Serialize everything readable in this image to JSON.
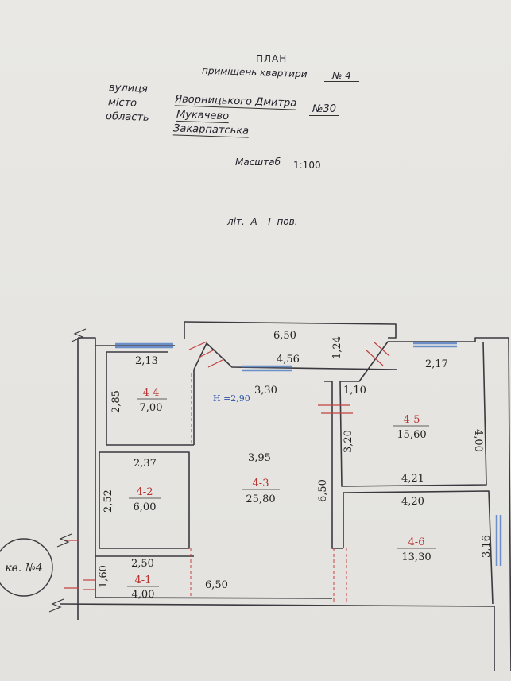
{
  "header": {
    "title": "ПЛАН",
    "subtitle_prefix": "приміщень квартири",
    "apartment_no": "№ 4",
    "street_label": "вулиця",
    "street_value": "Яворницького Дмитра",
    "house_no": "№30",
    "city_label": "місто",
    "city_value": "Мукачево",
    "region_label": "область",
    "region_value": "Закарпатська",
    "scale_label": "Масштаб",
    "scale_value": "1:100",
    "letter_floor": "літ.  А – І  пов."
  },
  "stamp": {
    "text": "кв. №4"
  },
  "rooms": [
    {
      "id": "4-1",
      "area": "4,00"
    },
    {
      "id": "4-2",
      "area": "6,00"
    },
    {
      "id": "4-3",
      "area": "25,80"
    },
    {
      "id": "4-4",
      "area": "7,00"
    },
    {
      "id": "4-5",
      "area": "15,60"
    },
    {
      "id": "4-6",
      "area": "13,30"
    }
  ],
  "height_note": "Н =2,90",
  "dimensions": {
    "balcony_width": "6,50",
    "balcony_depth": "1,24",
    "balcony_inner": "4,56",
    "room44_width": "2,13",
    "room44_height": "2,85",
    "room45_width_top": "2,17",
    "room43_width_top": "3,30",
    "room43_notch": "1,10",
    "room45_left_height": "3,20",
    "room45_right_height": "4,00",
    "room43_mid_width": "3,95",
    "room45_bottom_width": "4,21",
    "room46_width": "4,20",
    "room43_height": "6,50",
    "room42_width": "2,37",
    "room42_height": "2,52",
    "room41_width": "2,50",
    "room41_height": "1,60",
    "room46_height": "3,16",
    "total_width": "6,50"
  }
}
